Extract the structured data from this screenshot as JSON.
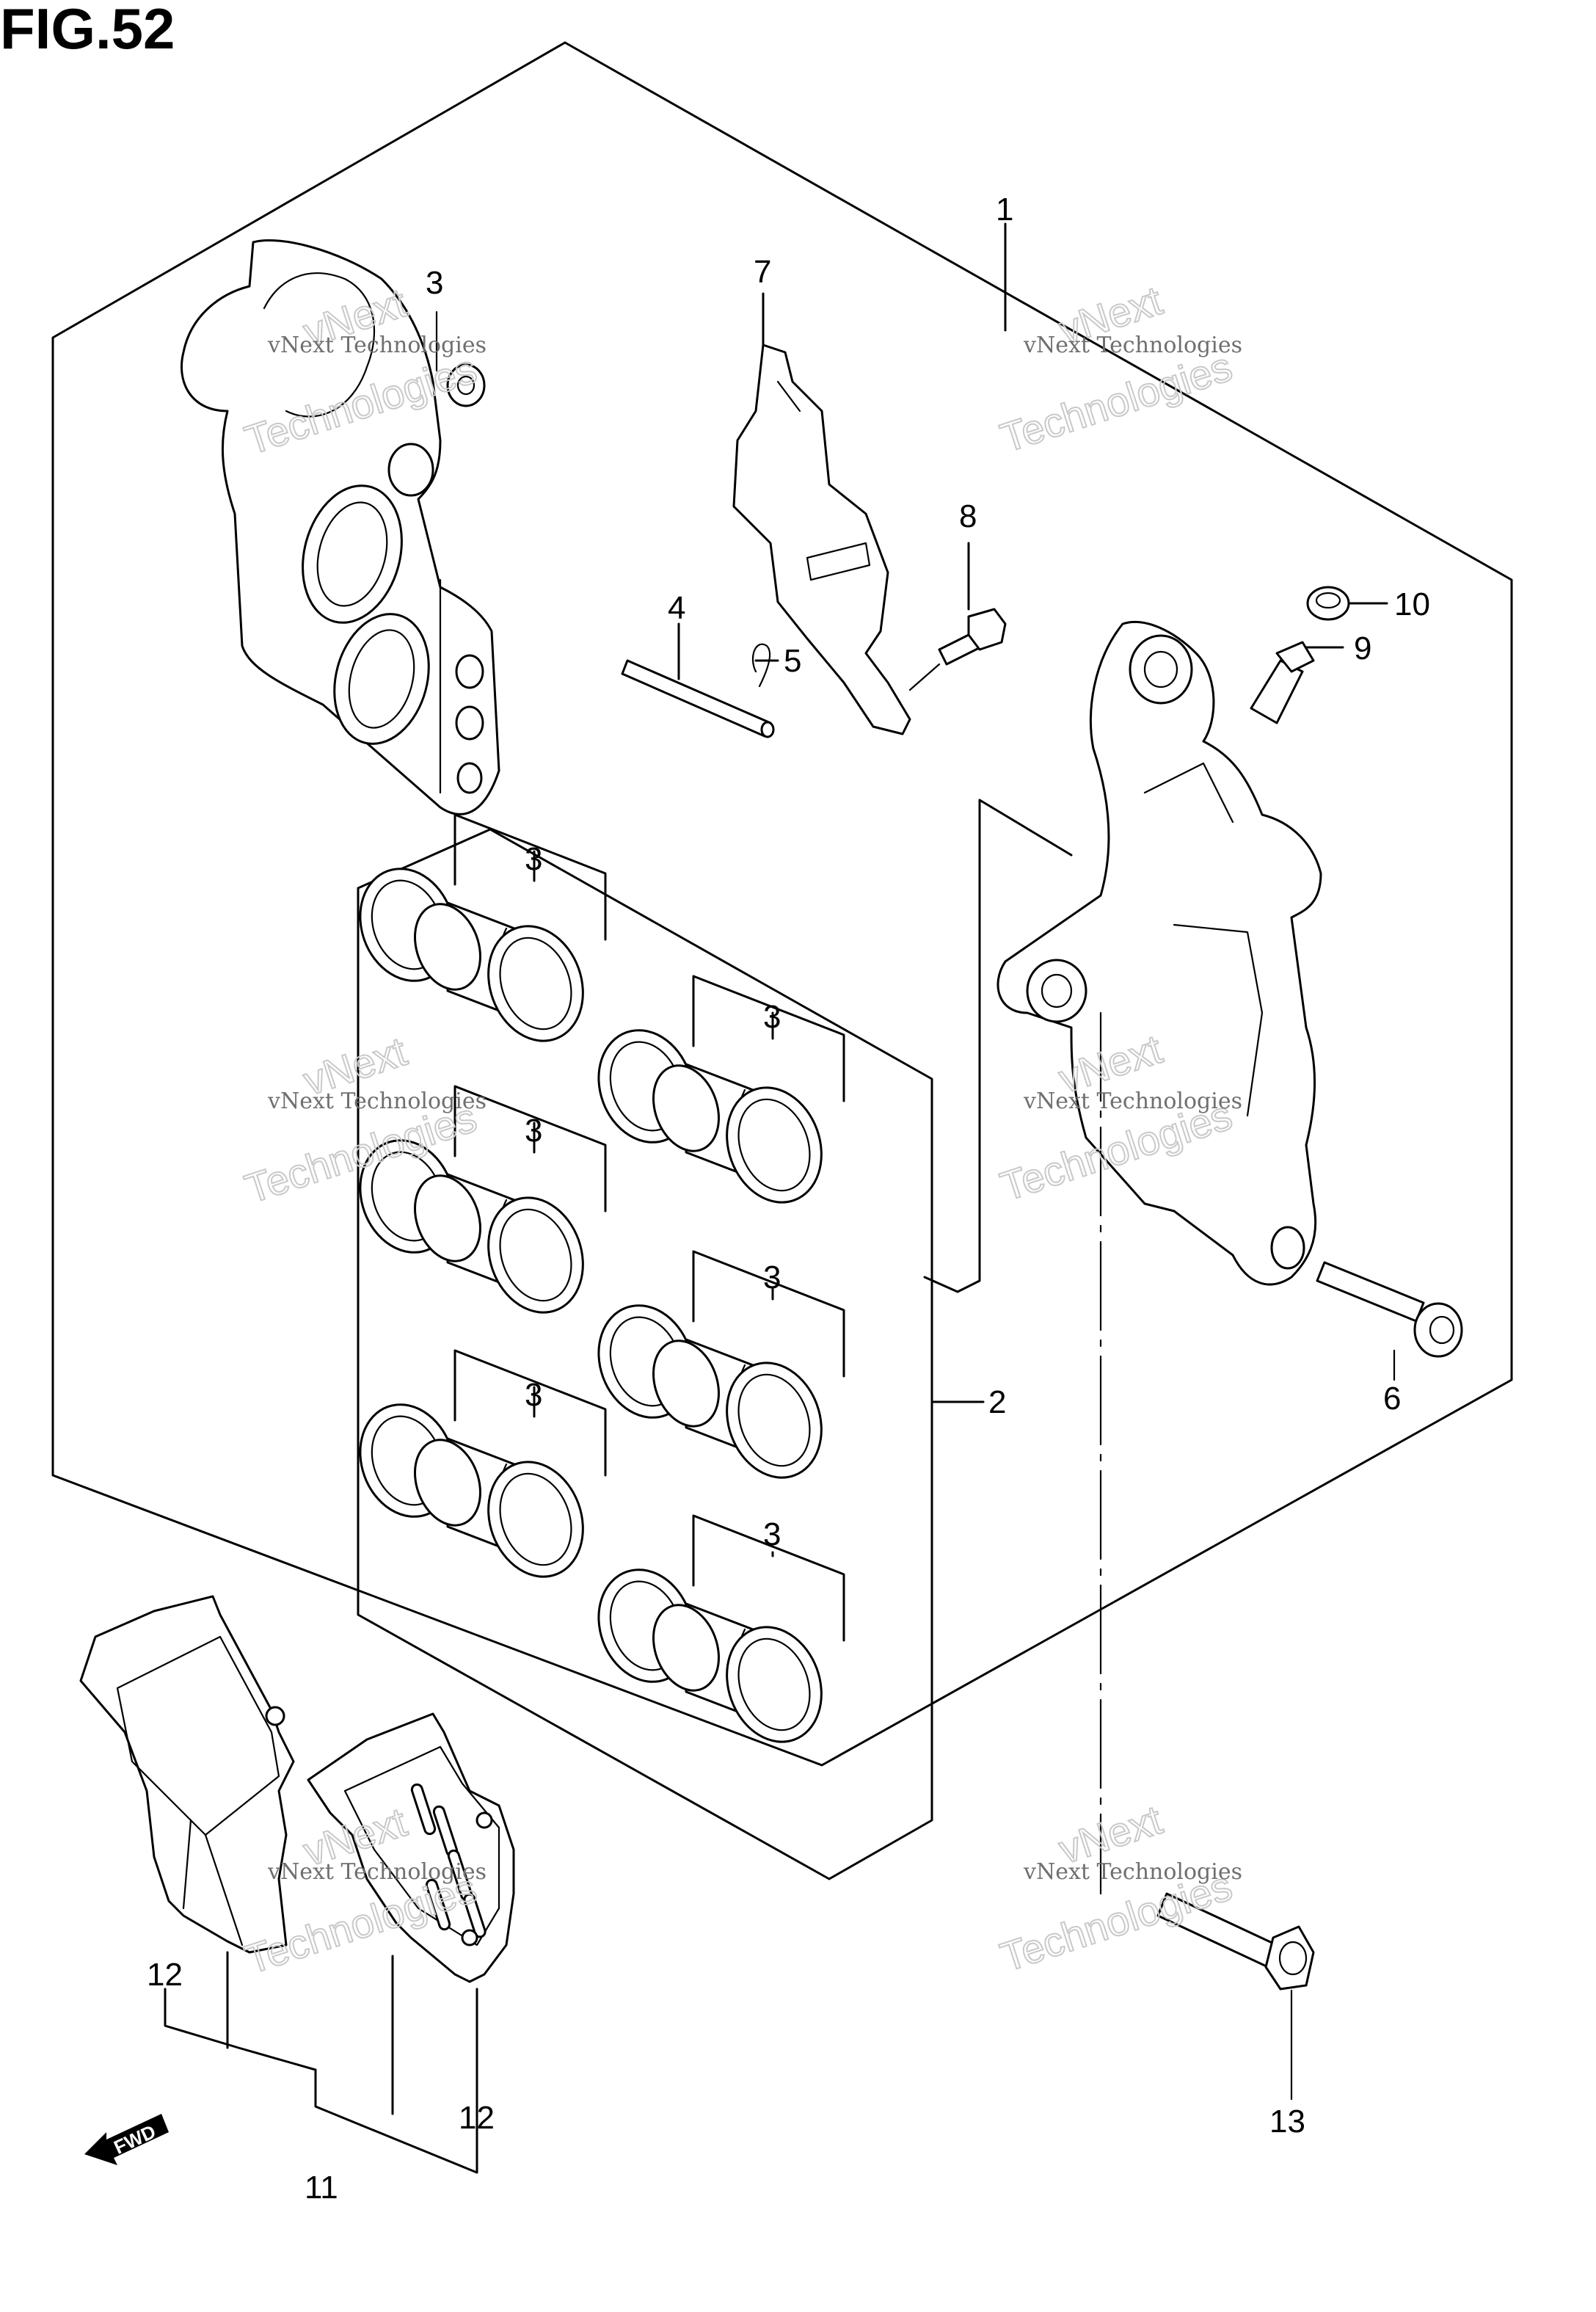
{
  "figure": {
    "title": "FIG.52"
  },
  "callouts": {
    "c1": "1",
    "c2": "2",
    "c3_top": "3",
    "c3_seal_a": "3",
    "c3_seal_b": "3",
    "c3_seal_c": "3",
    "c3_seal_d": "3",
    "c3_seal_e": "3",
    "c3_seal_f": "3",
    "c4": "4",
    "c5": "5",
    "c6": "6",
    "c7": "7",
    "c8": "8",
    "c9": "9",
    "c10": "10",
    "c11": "11",
    "c12_left": "12",
    "c12_right": "12",
    "c13": "13"
  },
  "fwd_label": "FWD",
  "watermark": {
    "line1": "vNext Technologies",
    "line2a": "vNext",
    "line2b": "Technologies"
  }
}
